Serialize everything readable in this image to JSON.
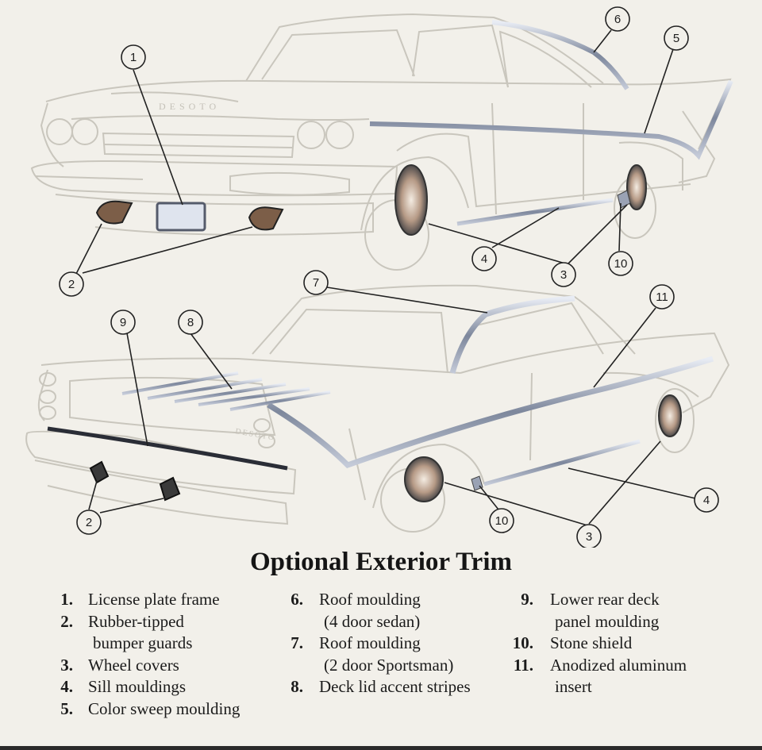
{
  "title": "Optional Exterior Trim",
  "callouts": {
    "c1": "1",
    "c2a": "2",
    "c3a": "3",
    "c4a": "4",
    "c5": "5",
    "c6": "6",
    "c10a": "10",
    "c7": "7",
    "c8": "8",
    "c9": "9",
    "c11": "11",
    "c2b": "2",
    "c10b": "10",
    "c3b": "3",
    "c4b": "4"
  },
  "decal": {
    "front": "DESOTO",
    "rear": "DESOTO"
  },
  "legend": [
    {
      "num": "1.",
      "lines": [
        "License plate frame"
      ]
    },
    {
      "num": "2.",
      "lines": [
        "Rubber-tipped",
        "bumper guards"
      ]
    },
    {
      "num": "3.",
      "lines": [
        "Wheel covers"
      ]
    },
    {
      "num": "4.",
      "lines": [
        "Sill mouldings"
      ]
    },
    {
      "num": "5.",
      "lines": [
        "Color sweep moulding"
      ]
    },
    {
      "num": "6.",
      "lines": [
        "Roof moulding",
        "(4 door sedan)"
      ]
    },
    {
      "num": "7.",
      "lines": [
        "Roof moulding",
        "(2 door Sportsman)"
      ]
    },
    {
      "num": "8.",
      "lines": [
        "Deck lid accent stripes"
      ]
    },
    {
      "num": "9.",
      "lines": [
        "Lower rear deck",
        "panel moulding"
      ]
    },
    {
      "num": "10.",
      "lines": [
        "Stone shield"
      ]
    },
    {
      "num": "11.",
      "lines": [
        "Anodized aluminum",
        "insert"
      ]
    }
  ],
  "colors": {
    "outline": "#c9c6bd",
    "chrome": "#8b93a6",
    "leader": "#222222",
    "paper": "#f2f0ea"
  }
}
